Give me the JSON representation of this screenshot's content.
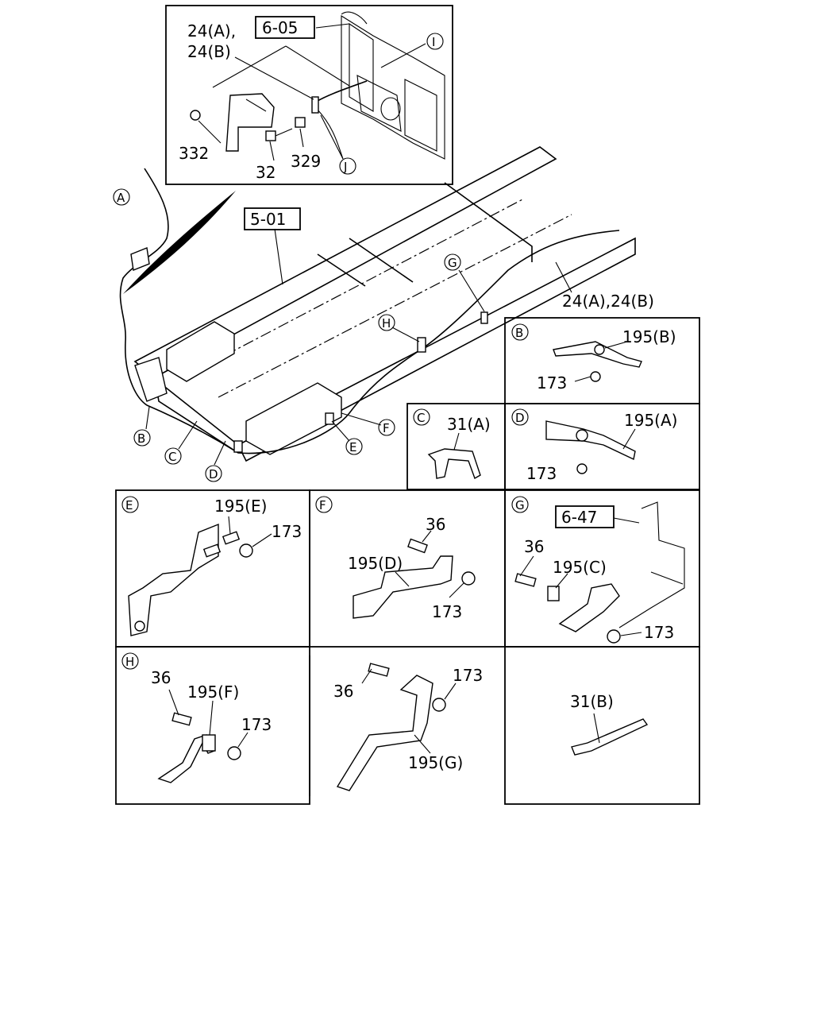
{
  "inset_top": {
    "label_24a": "24(A),",
    "ref_605": "6-05",
    "label_24b": "24(B)",
    "callout_i": "I",
    "label_332": "332",
    "label_32": "32",
    "label_329": "329",
    "callout_j": "J"
  },
  "main": {
    "callout_a": "A",
    "ref_501": "5-01",
    "callout_g": "G",
    "callout_h": "H",
    "label_24ab": "24(A),24(B)",
    "callout_b": "B",
    "callout_c": "C",
    "callout_d": "D",
    "callout_e": "E",
    "callout_f": "F"
  },
  "detail_b": {
    "callout": "B",
    "label_195b": "195(B)",
    "label_173": "173"
  },
  "detail_c": {
    "callout": "C",
    "label_31a": "31(A)"
  },
  "detail_d": {
    "callout": "D",
    "label_195a": "195(A)",
    "label_173": "173"
  },
  "detail_e": {
    "callout": "E",
    "label_195e": "195(E)",
    "label_173": "173"
  },
  "detail_f": {
    "callout": "F",
    "label_36": "36",
    "label_195d": "195(D)",
    "label_173": "173"
  },
  "detail_g": {
    "callout": "G",
    "ref_647": "6-47",
    "label_36": "36",
    "label_195c": "195(C)",
    "label_173": "173"
  },
  "detail_h": {
    "callout": "H",
    "label_36": "36",
    "label_195f": "195(F)",
    "label_173": "173"
  },
  "detail_g2": {
    "label_36": "36",
    "label_173": "173",
    "label_195g": "195(G)"
  },
  "detail_31b": {
    "label_31b": "31(B)"
  }
}
